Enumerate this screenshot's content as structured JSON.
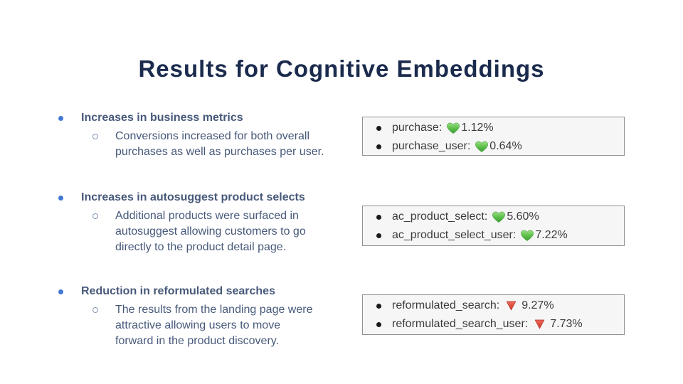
{
  "slide": {
    "title": "Results for Cognitive Embeddings"
  },
  "bullets": [
    {
      "heading": "Increases in business metrics",
      "body": "Conversions increased for both overall\npurchases as well as purchases per user."
    },
    {
      "heading": "Increases in autosuggest product selects",
      "body": "Additional products were surfaced in\nautosuggest allowing customers to go\ndirectly to the product detail page."
    },
    {
      "heading": "Reduction in reformulated searches",
      "body": "The results from the landing page were\nattractive allowing users to move\nforward in the product discovery."
    }
  ],
  "metric_boxes": [
    {
      "rows": [
        {
          "label": "purchase:",
          "direction": "up",
          "icon": "green-heart-icon",
          "value": "1.12%"
        },
        {
          "label": "purchase_user:",
          "direction": "up",
          "icon": "green-heart-icon",
          "value": "0.64%"
        }
      ]
    },
    {
      "rows": [
        {
          "label": "ac_product_select:",
          "direction": "up",
          "icon": "green-heart-icon",
          "value": "5.60%"
        },
        {
          "label": "ac_product_select_user:",
          "direction": "up",
          "icon": "green-heart-icon",
          "value": "7.22%"
        }
      ]
    },
    {
      "rows": [
        {
          "label": "reformulated_search:",
          "direction": "down",
          "icon": "red-triangle-down-icon",
          "value": "9.27%"
        },
        {
          "label": "reformulated_search_user:",
          "direction": "down",
          "icon": "red-triangle-down-icon",
          "value": "7.73%"
        }
      ]
    }
  ],
  "colors": {
    "title_text": "#1B2B4D",
    "body_text": "#47597A",
    "bullet_dot": "#4178D4",
    "sub_bullet_ring": "#8496AF",
    "box_background": "#F6F6F6",
    "box_border": "#919191",
    "box_text": "#3C3C3C",
    "heart_green": "#55B848",
    "triangle_red": "#DB4437"
  }
}
